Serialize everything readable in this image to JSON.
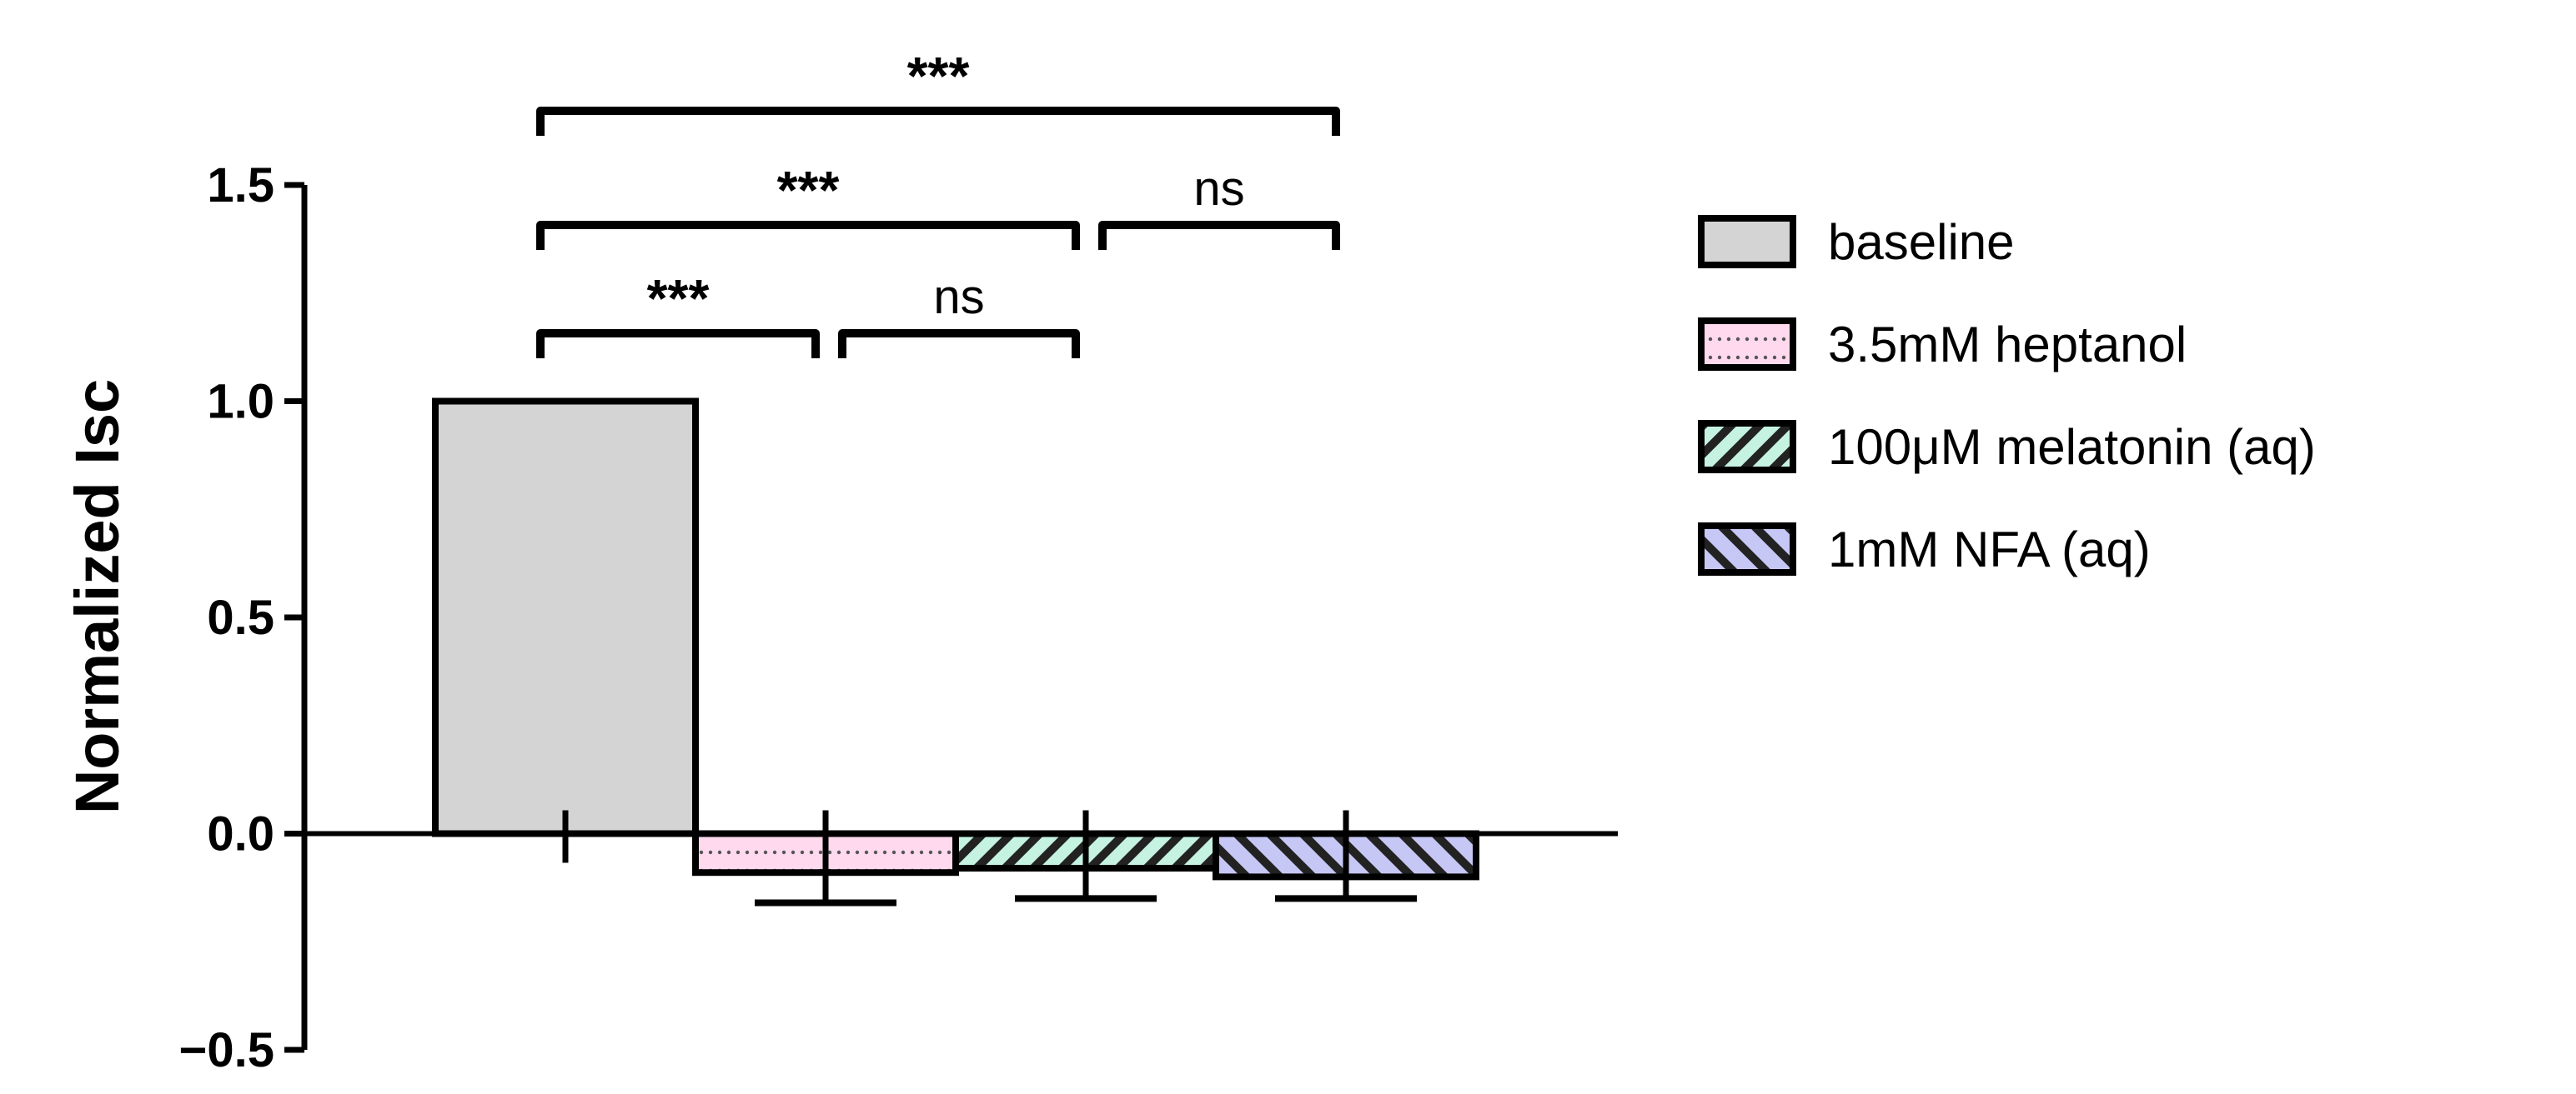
{
  "chart_data": {
    "type": "bar",
    "ylabel": "Normalized Isc",
    "xlabel": "",
    "ylim": [
      -0.5,
      1.5
    ],
    "yticks": [
      -0.5,
      0.0,
      0.5,
      1.0,
      1.5
    ],
    "ytick_labels": [
      "−0.5",
      "0.0",
      "0.5",
      "1.0",
      "1.5"
    ],
    "legend_position": "right",
    "categories": [
      "baseline",
      "3.5mM heptanol",
      "100μM melatonin (aq)",
      "1mM NFA (aq)"
    ],
    "values": [
      1.0,
      -0.09,
      -0.08,
      -0.1
    ],
    "error_bars": [
      0.0,
      0.07,
      0.07,
      0.05
    ],
    "colors": [
      "#d4d4d4",
      "#ffd9ee",
      "#c6f2e2",
      "#c7c7f5"
    ],
    "patterns": [
      "solid",
      "dots",
      "diagonal-up",
      "diagonal-down"
    ],
    "comparisons": [
      {
        "from": 0,
        "to": 1,
        "label": "***",
        "level": 1
      },
      {
        "from": 1,
        "to": 2,
        "label": "ns",
        "level": 1
      },
      {
        "from": 0,
        "to": 2,
        "label": "***",
        "level": 2
      },
      {
        "from": 2,
        "to": 3,
        "label": "ns",
        "level": 2
      },
      {
        "from": 0,
        "to": 3,
        "label": "***",
        "level": 3
      }
    ]
  }
}
